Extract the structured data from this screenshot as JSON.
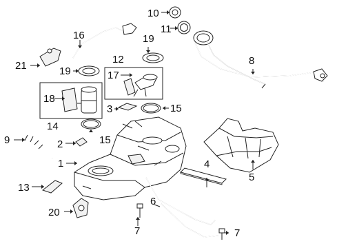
{
  "diagram": {
    "callouts": [
      {
        "id": "c1",
        "text": "1"
      },
      {
        "id": "c2",
        "text": "2"
      },
      {
        "id": "c3",
        "text": "3"
      },
      {
        "id": "c4",
        "text": "4"
      },
      {
        "id": "c5",
        "text": "5"
      },
      {
        "id": "c6",
        "text": "6"
      },
      {
        "id": "c7a",
        "text": "7"
      },
      {
        "id": "c7b",
        "text": "7"
      },
      {
        "id": "c8",
        "text": "8"
      },
      {
        "id": "c9",
        "text": "9"
      },
      {
        "id": "c10",
        "text": "10"
      },
      {
        "id": "c11",
        "text": "11"
      },
      {
        "id": "c12",
        "text": "12"
      },
      {
        "id": "c13",
        "text": "13"
      },
      {
        "id": "c14",
        "text": "14"
      },
      {
        "id": "c15a",
        "text": "15"
      },
      {
        "id": "c15b",
        "text": "15"
      },
      {
        "id": "c16",
        "text": "16"
      },
      {
        "id": "c17",
        "text": "17"
      },
      {
        "id": "c18",
        "text": "18"
      },
      {
        "id": "c19a",
        "text": "19"
      },
      {
        "id": "c19b",
        "text": "19"
      },
      {
        "id": "c20",
        "text": "20"
      },
      {
        "id": "c21",
        "text": "21"
      }
    ]
  }
}
